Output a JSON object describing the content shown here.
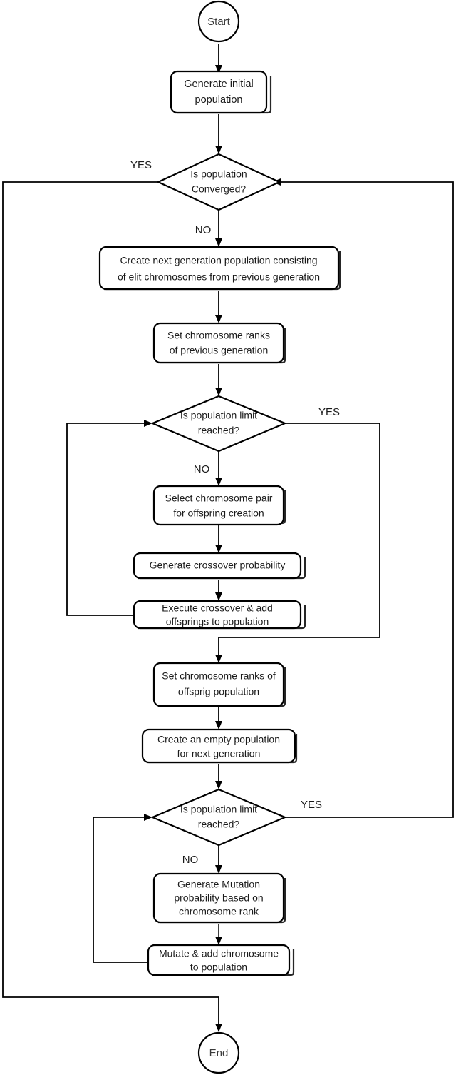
{
  "diagram": {
    "title": "Genetic Algorithm Flowchart",
    "colors": {
      "background": "#ffffff",
      "stroke": "#000000",
      "text": "#1a1a1a"
    },
    "nodes": {
      "start": {
        "label": "Start",
        "type": "terminator"
      },
      "generate_initial": {
        "line1": "Generate initial",
        "line2": "population",
        "type": "process"
      },
      "is_converged": {
        "line1": "Is population",
        "line2": "Converged?",
        "type": "decision"
      },
      "create_next_gen": {
        "line1": "Create next generation  population consisting",
        "line2": "of elit chromosomes from previous generation",
        "type": "process"
      },
      "set_ranks_prev": {
        "line1": "Set chromosome ranks",
        "line2": "of previous generation",
        "type": "process"
      },
      "pop_limit_1": {
        "line1": "Is population limit",
        "line2": "reached?",
        "type": "decision"
      },
      "select_pair": {
        "line1": "Select chromosome pair",
        "line2": "for offspring creation",
        "type": "process"
      },
      "crossover_prob": {
        "line1": "Generate crossover probability",
        "line2": "",
        "type": "process"
      },
      "execute_crossover": {
        "line1": "Execute crossover & add",
        "line2": "offsprings to population",
        "type": "process"
      },
      "set_ranks_offspring": {
        "line1": "Set chromosome ranks of",
        "line2": "offsprig population",
        "type": "process"
      },
      "create_empty_pop": {
        "line1": "Create an empty population",
        "line2": "for next generation",
        "type": "process"
      },
      "pop_limit_2": {
        "line1": "Is population limit",
        "line2": "reached?",
        "type": "decision"
      },
      "mutation_prob": {
        "line1": "Generate Mutation",
        "line2": "probability based on",
        "line3": "chromosome rank",
        "type": "process"
      },
      "mutate_add": {
        "line1": "Mutate & add chromosome",
        "line2": "to population",
        "type": "process"
      },
      "end": {
        "label": "End",
        "type": "terminator"
      }
    },
    "edge_labels": {
      "converged_yes": "YES",
      "converged_no": "NO",
      "limit1_yes": "YES",
      "limit1_no": "NO",
      "limit2_yes": "YES",
      "limit2_no": "NO"
    }
  }
}
